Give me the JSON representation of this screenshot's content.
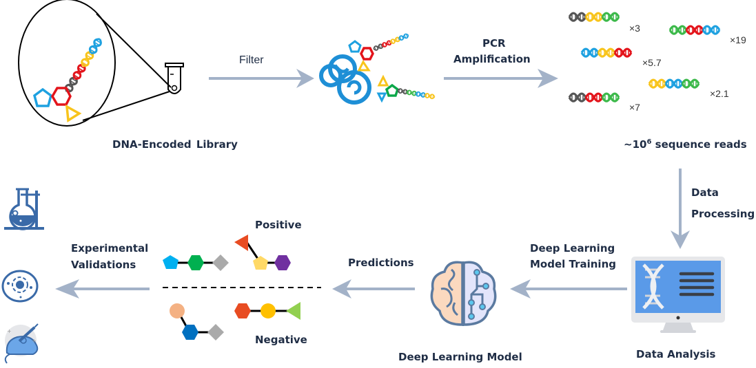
{
  "title": "DNA-Encoded Library deep learning workflow",
  "stages": {
    "library": {
      "label": "DNA-Encoded   Library"
    },
    "filter": {
      "label": "Filter"
    },
    "pcr": {
      "label_line1": "PCR",
      "label_line2": "Amplification"
    },
    "reads": {
      "label_prefix": "~10",
      "label_exp": "6",
      "label_suffix": " sequence reads",
      "multiplicities": [
        "×3",
        "×19",
        "×5.7",
        "×2.1",
        "×7"
      ]
    },
    "processing": {
      "label_line1": "Data",
      "label_line2": "Processing"
    },
    "analysis": {
      "label": "Data Analysis"
    },
    "training": {
      "label_line1": "Deep Learning",
      "label_line2": "Model Training"
    },
    "model": {
      "label": "Deep Learning Model"
    },
    "predictions": {
      "label": "Predictions",
      "positive": "Positive",
      "negative": "Negative"
    },
    "validation": {
      "label_line1": "Experimental",
      "label_line2": "Validations"
    }
  },
  "colors": {
    "arrow": "#a3b2c8",
    "text": "#1f2d45",
    "blue": "#1ea1e0",
    "red": "#e3141b",
    "yellow": "#f8c41c",
    "green": "#3cb94a",
    "gray": "#555555",
    "icon_blue": "#3a6aa8"
  }
}
